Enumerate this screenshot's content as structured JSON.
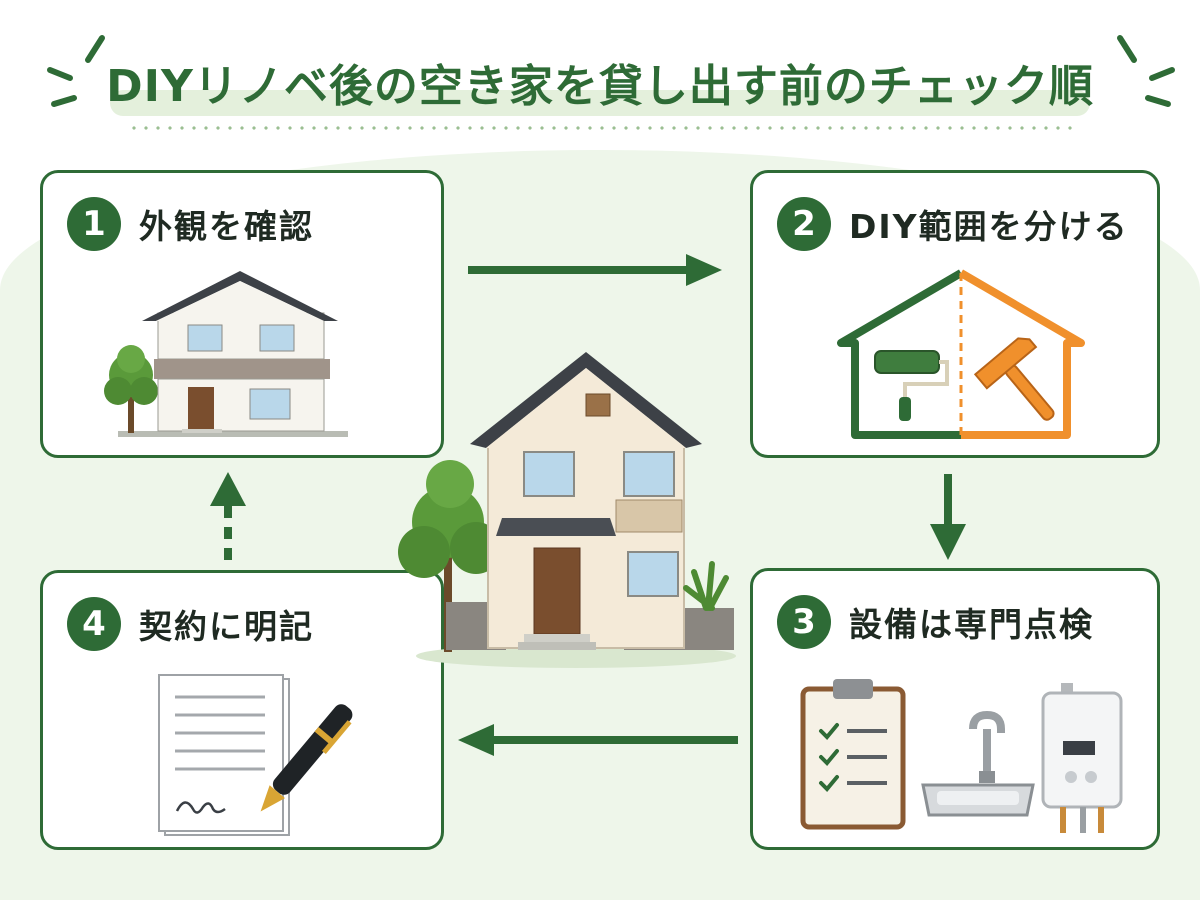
{
  "title": "DIYリノベ後の空き家を貸し出す前のチェック順",
  "steps": [
    {
      "number": "1",
      "label": "外観を確認"
    },
    {
      "number": "2",
      "label": "DIY範囲を分ける"
    },
    {
      "number": "3",
      "label": "設備は専門点検"
    },
    {
      "number": "4",
      "label": "契約に明記"
    }
  ],
  "colors": {
    "primary_green": "#2e6b36",
    "accent_orange": "#f0902c",
    "background_tint": "#eef6ea"
  }
}
